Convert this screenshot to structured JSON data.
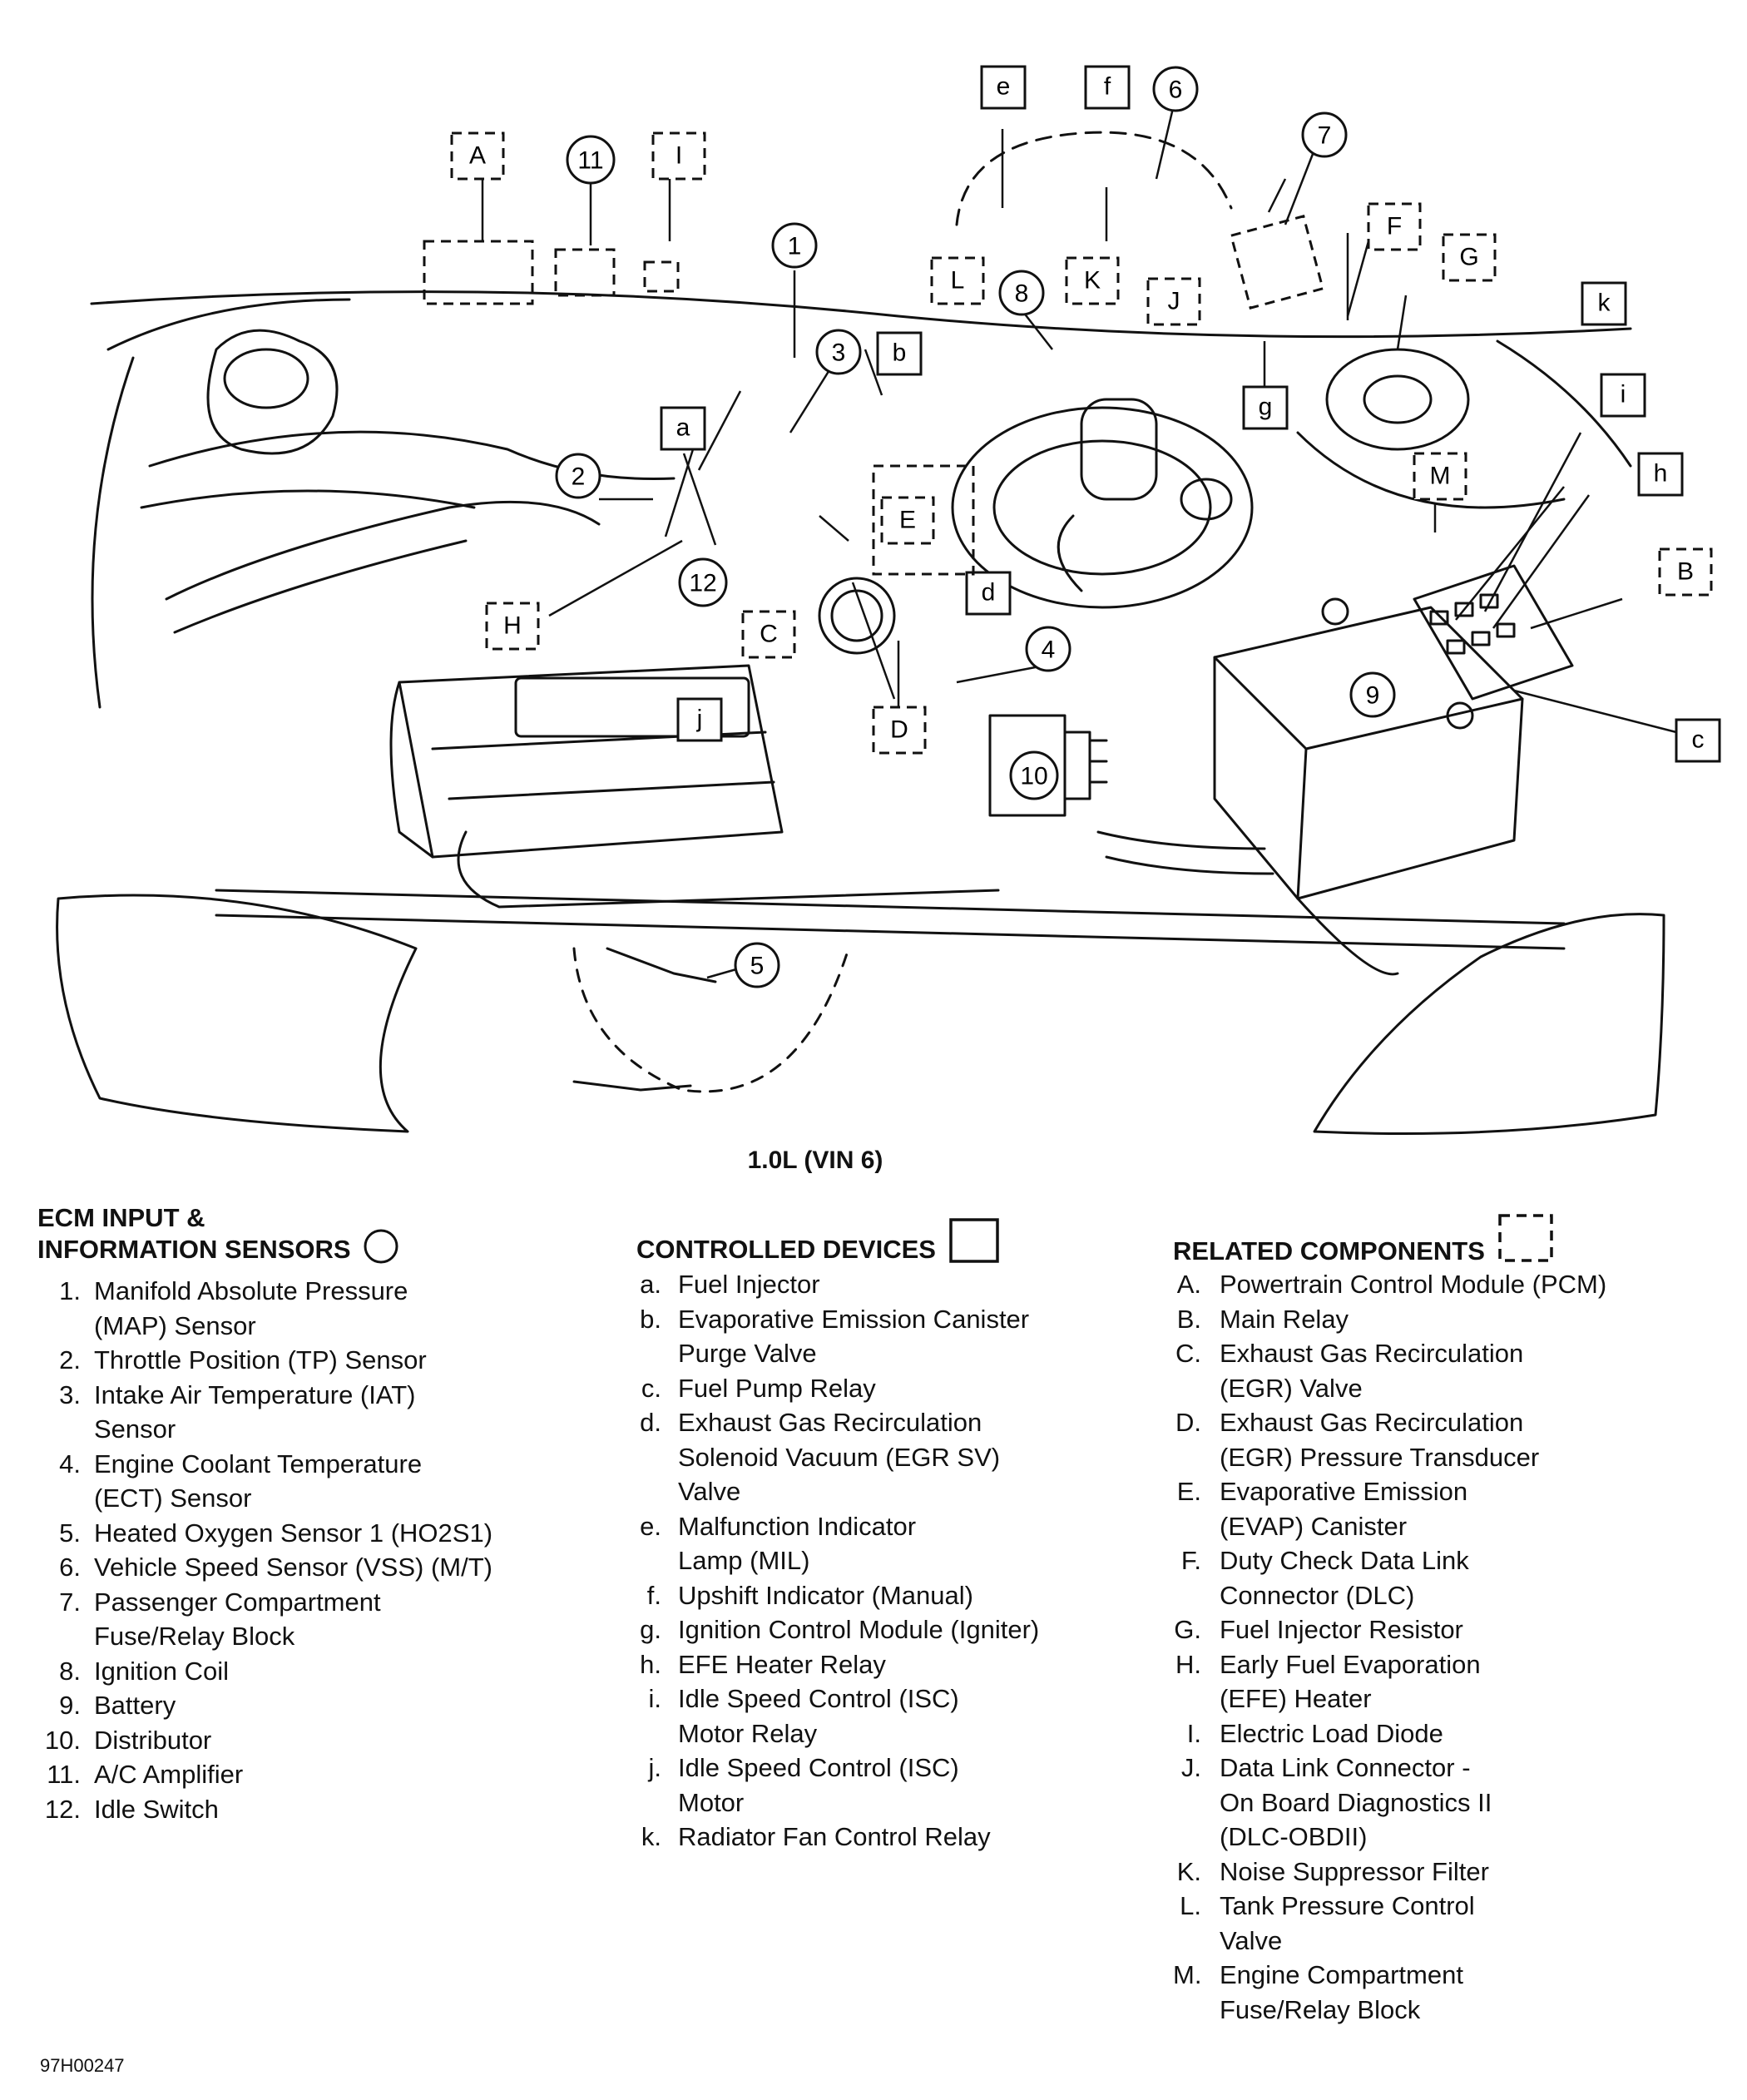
{
  "figure": {
    "caption": "1.0L (VIN 6)",
    "code": "97H00247"
  },
  "callouts": {
    "numbered": [
      "1",
      "2",
      "3",
      "4",
      "5",
      "6",
      "7",
      "8",
      "9",
      "10",
      "11",
      "12"
    ],
    "devices": [
      "a",
      "b",
      "c",
      "d",
      "e",
      "f",
      "g",
      "h",
      "i",
      "j",
      "k"
    ],
    "related": [
      "A",
      "B",
      "C",
      "D",
      "E",
      "F",
      "G",
      "H",
      "I",
      "J",
      "K",
      "L",
      "M"
    ]
  },
  "legend": {
    "sensors": {
      "heading_line1": "ECM INPUT &",
      "heading_line2": "INFORMATION SENSORS",
      "symbol": "circle",
      "items": [
        {
          "key": "1.",
          "text": "Manifold Absolute Pressure\n(MAP) Sensor"
        },
        {
          "key": "2.",
          "text": "Throttle Position (TP) Sensor"
        },
        {
          "key": "3.",
          "text": "Intake Air Temperature (IAT)\nSensor"
        },
        {
          "key": "4.",
          "text": "Engine Coolant Temperature\n(ECT) Sensor"
        },
        {
          "key": "5.",
          "text": "Heated Oxygen Sensor 1 (HO2S1)"
        },
        {
          "key": "6.",
          "text": "Vehicle Speed Sensor (VSS) (M/T)"
        },
        {
          "key": "7.",
          "text": "Passenger Compartment\nFuse/Relay Block"
        },
        {
          "key": "8.",
          "text": "Ignition Coil"
        },
        {
          "key": "9.",
          "text": "Battery"
        },
        {
          "key": "10.",
          "text": "Distributor"
        },
        {
          "key": "11.",
          "text": "A/C Amplifier"
        },
        {
          "key": "12.",
          "text": "Idle Switch"
        }
      ]
    },
    "devices": {
      "heading": "CONTROLLED DEVICES",
      "symbol": "solid-box",
      "items": [
        {
          "key": "a.",
          "text": "Fuel Injector"
        },
        {
          "key": "b.",
          "text": "Evaporative Emission Canister\nPurge Valve"
        },
        {
          "key": "c.",
          "text": "Fuel Pump Relay"
        },
        {
          "key": "d.",
          "text": "Exhaust Gas Recirculation\nSolenoid Vacuum (EGR SV)\nValve"
        },
        {
          "key": "e.",
          "text": "Malfunction Indicator\nLamp (MIL)"
        },
        {
          "key": "f.",
          "text": "Upshift Indicator (Manual)"
        },
        {
          "key": "g.",
          "text": "Ignition Control Module (Igniter)"
        },
        {
          "key": "h.",
          "text": "EFE Heater Relay"
        },
        {
          "key": "i.",
          "text": "Idle Speed Control (ISC)\nMotor Relay"
        },
        {
          "key": "j.",
          "text": "Idle Speed Control (ISC)\nMotor"
        },
        {
          "key": "k.",
          "text": "Radiator Fan Control Relay"
        }
      ]
    },
    "related": {
      "heading": "RELATED COMPONENTS",
      "symbol": "dashed-box",
      "items": [
        {
          "key": "A.",
          "text": "Powertrain Control Module (PCM)"
        },
        {
          "key": "B.",
          "text": "Main Relay"
        },
        {
          "key": "C.",
          "text": "Exhaust Gas Recirculation\n(EGR) Valve"
        },
        {
          "key": "D.",
          "text": "Exhaust Gas Recirculation\n(EGR) Pressure Transducer"
        },
        {
          "key": "E.",
          "text": "Evaporative Emission\n(EVAP) Canister"
        },
        {
          "key": "F.",
          "text": "Duty Check Data Link\nConnector (DLC)"
        },
        {
          "key": "G.",
          "text": "Fuel Injector Resistor"
        },
        {
          "key": "H.",
          "text": "Early Fuel Evaporation\n(EFE) Heater"
        },
        {
          "key": "I.",
          "text": "Electric Load Diode"
        },
        {
          "key": "J.",
          "text": "Data Link Connector -\nOn Board Diagnostics II\n(DLC-OBDII)"
        },
        {
          "key": "K.",
          "text": "Noise Suppressor Filter"
        },
        {
          "key": "L.",
          "text": "Tank Pressure Control\nValve"
        },
        {
          "key": "M.",
          "text": "Engine Compartment\nFuse/Relay Block"
        }
      ]
    }
  }
}
